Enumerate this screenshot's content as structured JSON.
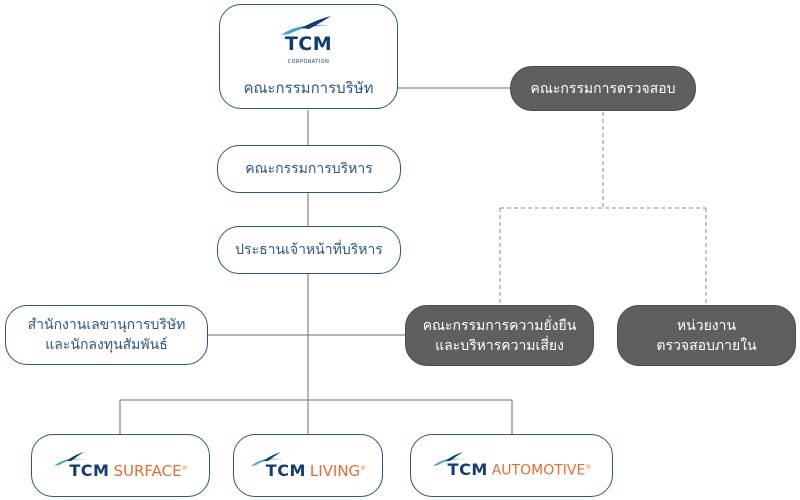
{
  "board": {
    "logo_text": "TCM",
    "logo_subtext": "CORPORATION",
    "label": "คณะกรรมการบริษัท"
  },
  "audit_committee": {
    "label": "คณะกรรมการตรวจสอบ"
  },
  "executive_committee": {
    "label": "คณะกรรมการบริหาร"
  },
  "ceo": {
    "label": "ประธานเจ้าหน้าที่บริหาร"
  },
  "secretary_office": {
    "line1": "สำนักงานเลขานุการบริษัท",
    "line2": "และนักลงทุนสัมพันธ์"
  },
  "sustainability_committee": {
    "line1": "คณะกรรมการความยั่งยืน",
    "line2": "และบริหารความเสี่ยง"
  },
  "internal_audit": {
    "line1": "หน่วยงาน",
    "line2": "ตรวจสอบภายใน"
  },
  "subsidiaries": [
    {
      "prefix": "TCM",
      "name": "SURFACE",
      "mark": "®"
    },
    {
      "prefix": "TCM",
      "name": "LIVING",
      "mark": "®"
    },
    {
      "prefix": "TCM",
      "name": "AUTOMOTIVE",
      "mark": "®"
    }
  ],
  "colors": {
    "navy": "#2a5788",
    "dark_box": "#5f5f5f",
    "brand_orange": "#ea6c2d",
    "logo_teal": "#3aa6c8",
    "line": "#6d6d6d"
  }
}
